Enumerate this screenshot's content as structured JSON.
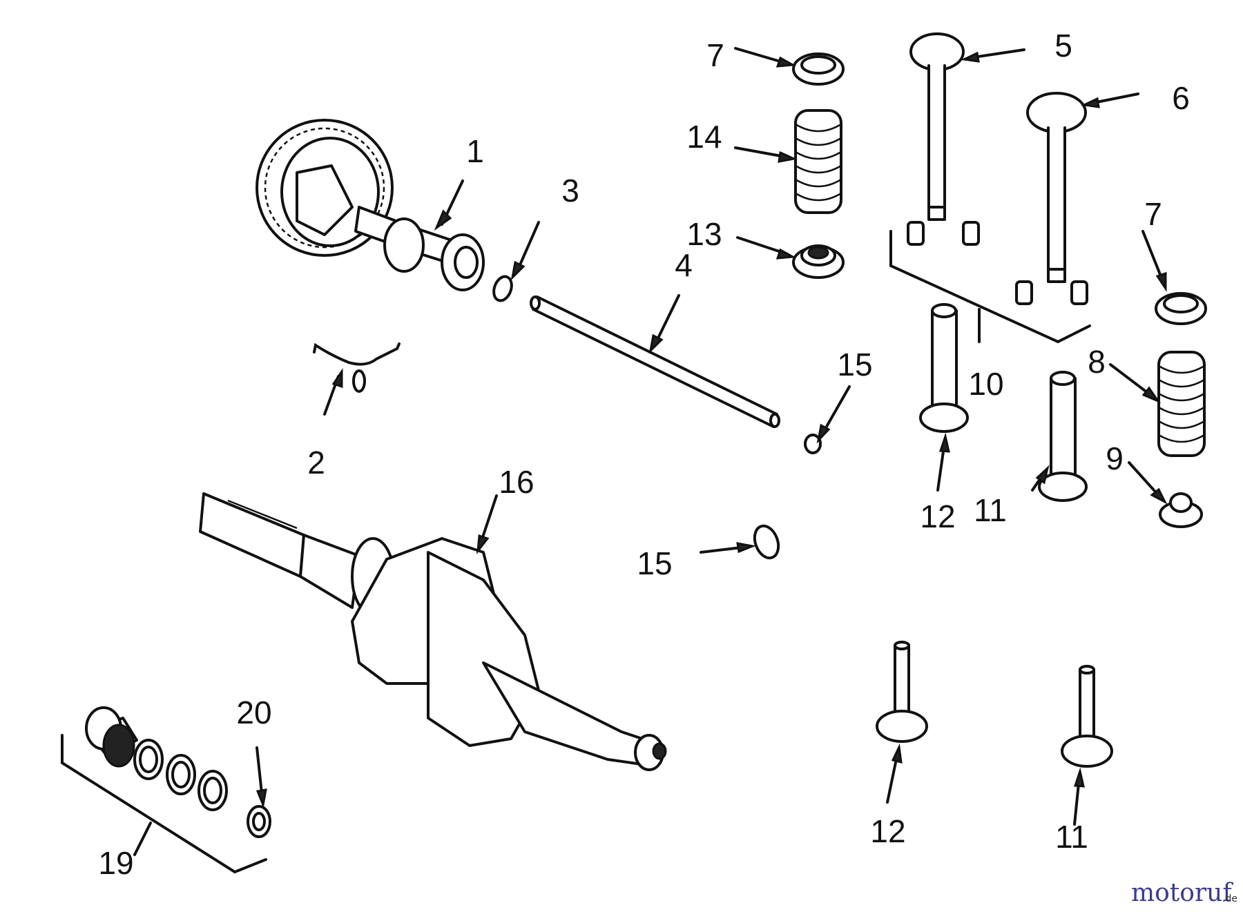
{
  "diagram": {
    "callouts": [
      {
        "id": "c1",
        "text": "1"
      },
      {
        "id": "c2",
        "text": "2"
      },
      {
        "id": "c3",
        "text": "3"
      },
      {
        "id": "c4",
        "text": "4"
      },
      {
        "id": "c5",
        "text": "5"
      },
      {
        "id": "c6",
        "text": "6"
      },
      {
        "id": "c7a",
        "text": "7"
      },
      {
        "id": "c7b",
        "text": "7"
      },
      {
        "id": "c8",
        "text": "8"
      },
      {
        "id": "c9",
        "text": "9"
      },
      {
        "id": "c10",
        "text": "10"
      },
      {
        "id": "c11a",
        "text": "11"
      },
      {
        "id": "c11b",
        "text": "11"
      },
      {
        "id": "c12a",
        "text": "12"
      },
      {
        "id": "c12b",
        "text": "12"
      },
      {
        "id": "c13",
        "text": "13"
      },
      {
        "id": "c14",
        "text": "14"
      },
      {
        "id": "c15a",
        "text": "15"
      },
      {
        "id": "c15b",
        "text": "15"
      },
      {
        "id": "c16",
        "text": "16"
      },
      {
        "id": "c19",
        "text": "19"
      },
      {
        "id": "c20",
        "text": "20"
      }
    ]
  },
  "watermark": {
    "main": "motoruf",
    "suffix": ".de"
  }
}
